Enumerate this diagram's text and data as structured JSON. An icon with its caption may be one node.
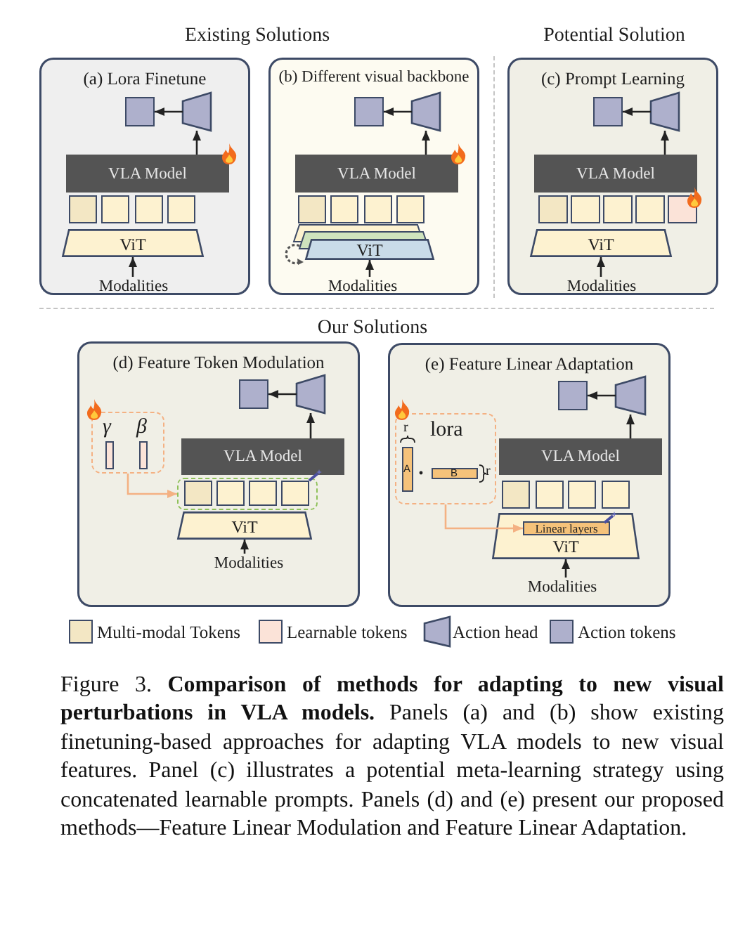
{
  "diagram": {
    "caption": "Figure 3. **Comparison of methods for adapting to new visual perturbations in VLA models.** Panels (a) and (b) show existing finetuning-based approaches for adapting VLA models to new visual features. Panel (c) illustrates a potential meta-learning strategy using concatenated learnable prompts. Panels (d) and (e) present our proposed methods—Feature Linear Modulation and Feature Linear Adaptation.",
    "nodes": [
      {
        "text": [
          "(a) Lora Finetune"
        ]
      },
      {
        "text": [],
        "shape": "box",
        "in": 0
      },
      {
        "text": [],
        "shape": "trapezoid",
        "in": 0
      },
      {
        "text": [
          "VLA Model"
        ],
        "in": 0
      },
      {
        "text": [
          "ViT"
        ],
        "in": 0
      },
      {
        "text": [
          "Modalities"
        ],
        "in": 0
      },
      {
        "text": [
          "(b) Different visual backbone"
        ]
      },
      {
        "text": [],
        "shape": "box",
        "in": 6
      },
      {
        "text": [],
        "shape": "trapezoid",
        "in": 6
      },
      {
        "text": [
          "VLA Model"
        ],
        "in": 6
      },
      {
        "text": [
          "ViT"
        ],
        "in": 6
      },
      {
        "text": [
          "Modalities"
        ],
        "in": 6
      },
      {
        "text": [
          "(c) Prompt Learning"
        ]
      },
      {
        "text": [],
        "shape": "box",
        "in": 12
      },
      {
        "text": [],
        "shape": "trapezoid",
        "in": 12
      },
      {
        "text": [
          "VLA Model"
        ],
        "in": 12
      },
      {
        "text": [
          "ViT"
        ],
        "in": 12
      },
      {
        "text": [
          "Modalities"
        ],
        "in": 12
      },
      {
        "text": [
          "(d) Feature Token Modulation"
        ]
      },
      {
        "text": [
          "γ",
          "β"
        ],
        "in": 18
      },
      {
        "text": [],
        "shape": "box",
        "in": 18
      },
      {
        "text": [],
        "shape": "trapezoid",
        "in": 18
      },
      {
        "text": [
          "VLA Model"
        ],
        "in": 18
      },
      {
        "text": [],
        "shape": "box",
        "in": 18
      },
      {
        "text": [
          "ViT"
        ],
        "in": 18
      },
      {
        "text": [
          "Modalities"
        ],
        "in": 18
      },
      {
        "text": [
          "(e) Feature Linear Adaptation"
        ]
      },
      {
        "text": [
          "r",
          "lora",
          "r"
        ],
        "in": 26
      },
      {
        "text": [
          "A"
        ],
        "in": 27
      },
      {
        "text": [
          "B"
        ],
        "in": 27
      },
      {
        "text": [],
        "shape": "box",
        "in": 26
      },
      {
        "text": [],
        "shape": "trapezoid",
        "in": 26
      },
      {
        "text": [
          "VLA Model"
        ],
        "in": 26
      },
      {
        "text": [
          "ViT"
        ],
        "in": 26
      },
      {
        "text": [
          "Linear layers"
        ],
        "in": 33
      },
      {
        "text": [
          "Modalities"
        ],
        "in": 26
      }
    ],
    "edges": [
      {
        "from": 5,
        "to": 4,
        "arrow": "to"
      },
      {
        "from": 3,
        "to": 2,
        "arrow": "to"
      },
      {
        "from": 2,
        "to": 1,
        "arrow": "to"
      },
      {
        "from": 11,
        "to": 10,
        "arrow": "to"
      },
      {
        "from": 9,
        "to": 8,
        "arrow": "to"
      },
      {
        "from": 8,
        "to": 7,
        "arrow": "to"
      },
      {
        "from": 17,
        "to": 16,
        "arrow": "to"
      },
      {
        "from": 15,
        "to": 14,
        "arrow": "to"
      },
      {
        "from": 14,
        "to": 13,
        "arrow": "to"
      },
      {
        "from": 25,
        "to": 24,
        "arrow": "to"
      },
      {
        "from": 22,
        "to": 21,
        "arrow": "to"
      },
      {
        "from": 21,
        "to": 20,
        "arrow": "to"
      },
      {
        "from": 19,
        "to": 23,
        "arrow": "to",
        "color": "#f4b183"
      },
      {
        "from": 35,
        "to": 33,
        "arrow": "to"
      },
      {
        "from": 32,
        "to": 31,
        "arrow": "to"
      },
      {
        "from": 31,
        "to": 30,
        "arrow": "to"
      },
      {
        "from": 27,
        "to": 34,
        "arrow": "to",
        "color": "#f4b183"
      }
    ],
    "labels": [
      "Existing Solutions",
      "Potential Solution",
      "Our Solutions"
    ],
    "legend": [
      {
        "text": "Multi-modal Tokens",
        "color": "#f3e7c4"
      },
      {
        "text": "Learnable tokens",
        "color": "#fbe3d8"
      },
      {
        "text": "Action head"
      },
      {
        "text": "Action tokens",
        "color": "#aeb0cc"
      }
    ]
  }
}
